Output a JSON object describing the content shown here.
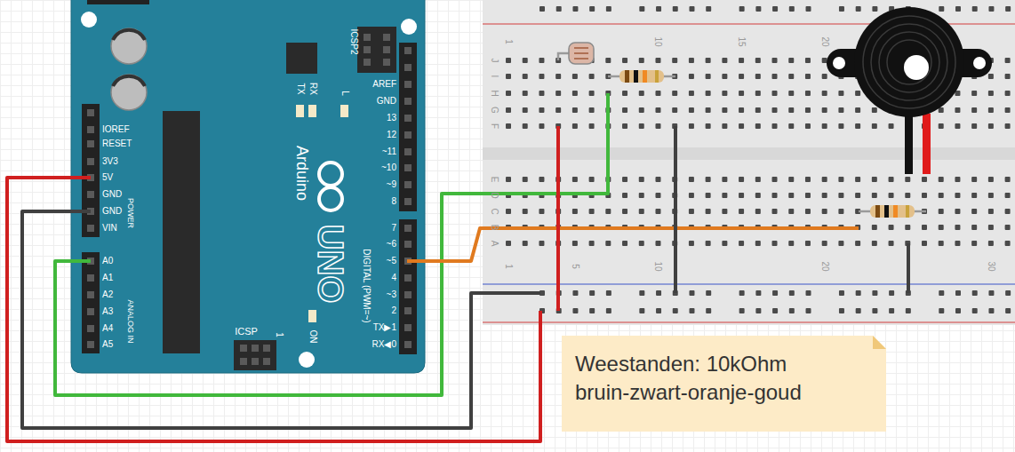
{
  "diagram": {
    "nodes": [
      {
        "text": [
          "Weestanden: 10kOhm bruin-zwart-oranje-goud"
        ]
      }
    ],
    "labels": [
      "ICSP2",
      "TX",
      "RX",
      "L",
      "AREF",
      "GND",
      "13",
      "12",
      "~11",
      "~10",
      "~9",
      "8",
      "7",
      "~6",
      "~5",
      "4",
      "~3",
      "2",
      "TX▶1",
      "RX◀0",
      "DIGITAL (PWM=~)",
      "Arduino",
      "UNO",
      "IOREF",
      "RESET",
      "3V3",
      "5V",
      "GND",
      "GND",
      "VIN",
      "POWER",
      "A0",
      "A1",
      "A2",
      "A3",
      "A4",
      "A5",
      "ANALOG IN",
      "ICSP",
      "1",
      "ON",
      "J",
      "I",
      "H",
      "G",
      "F",
      "E",
      "D",
      "C",
      "B",
      "A",
      "1",
      "10",
      "15",
      "20",
      "1",
      "5",
      "10",
      "20",
      "30"
    ]
  }
}
